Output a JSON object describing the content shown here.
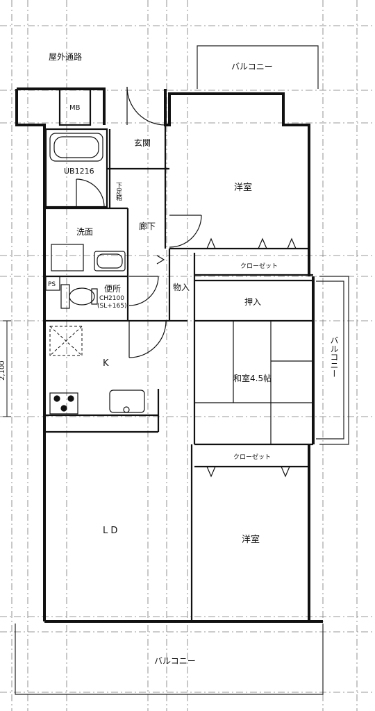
{
  "floor_plan": {
    "labels": {
      "outdoor_corridor": "屋外通路",
      "balcony_top": "バルコニー",
      "balcony_right": "バルコニー",
      "balcony_bottom": "バルコニー",
      "mb": "MB",
      "entrance": "玄関",
      "unit_bath": "UB1216",
      "shoe_box": "下足箱",
      "western_room_top": "洋室",
      "washroom": "洗面",
      "hallway": "廊下",
      "closet_top": "クローゼット",
      "storage": "物入",
      "ps": "PS",
      "toilet": "便所",
      "ceiling_height": "CH2100",
      "slab_level": "(SL+165)",
      "oshiire": "押入",
      "kitchen": "K",
      "japanese_room": "和室4.5帖",
      "dimension": "2,100",
      "closet_bottom": "クローゼット",
      "living_dining": "L D",
      "western_room_bottom": "洋室"
    }
  }
}
